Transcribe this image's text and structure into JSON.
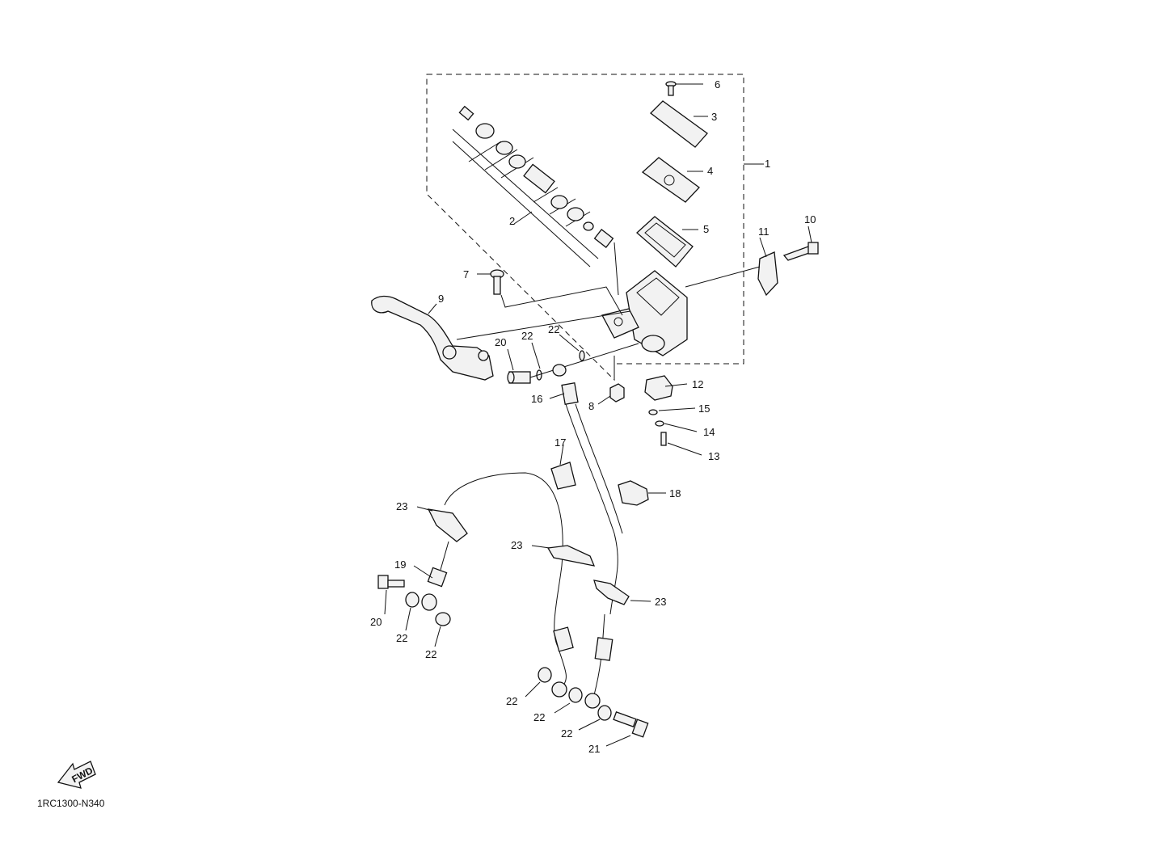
{
  "diagram": {
    "code": "1RC1300-N340",
    "fwd_label": "FWD",
    "callouts": [
      {
        "id": "c1",
        "text": "1"
      },
      {
        "id": "c2",
        "text": "2"
      },
      {
        "id": "c3",
        "text": "3"
      },
      {
        "id": "c4",
        "text": "4"
      },
      {
        "id": "c5",
        "text": "5"
      },
      {
        "id": "c6",
        "text": "6"
      },
      {
        "id": "c7",
        "text": "7"
      },
      {
        "id": "c8",
        "text": "8"
      },
      {
        "id": "c9",
        "text": "9"
      },
      {
        "id": "c10",
        "text": "10"
      },
      {
        "id": "c11",
        "text": "11"
      },
      {
        "id": "c12",
        "text": "12"
      },
      {
        "id": "c13",
        "text": "13"
      },
      {
        "id": "c14",
        "text": "14"
      },
      {
        "id": "c15",
        "text": "15"
      },
      {
        "id": "c16",
        "text": "16"
      },
      {
        "id": "c17",
        "text": "17"
      },
      {
        "id": "c18",
        "text": "18"
      },
      {
        "id": "c19",
        "text": "19"
      },
      {
        "id": "c20a",
        "text": "20"
      },
      {
        "id": "c20b",
        "text": "20"
      },
      {
        "id": "c21",
        "text": "21"
      },
      {
        "id": "c22a",
        "text": "22"
      },
      {
        "id": "c22b",
        "text": "22"
      },
      {
        "id": "c22c",
        "text": "22"
      },
      {
        "id": "c22d",
        "text": "22"
      },
      {
        "id": "c22e",
        "text": "22"
      },
      {
        "id": "c22f",
        "text": "22"
      },
      {
        "id": "c22g",
        "text": "22"
      },
      {
        "id": "c23a",
        "text": "23"
      },
      {
        "id": "c23b",
        "text": "23"
      },
      {
        "id": "c23c",
        "text": "23"
      }
    ]
  }
}
